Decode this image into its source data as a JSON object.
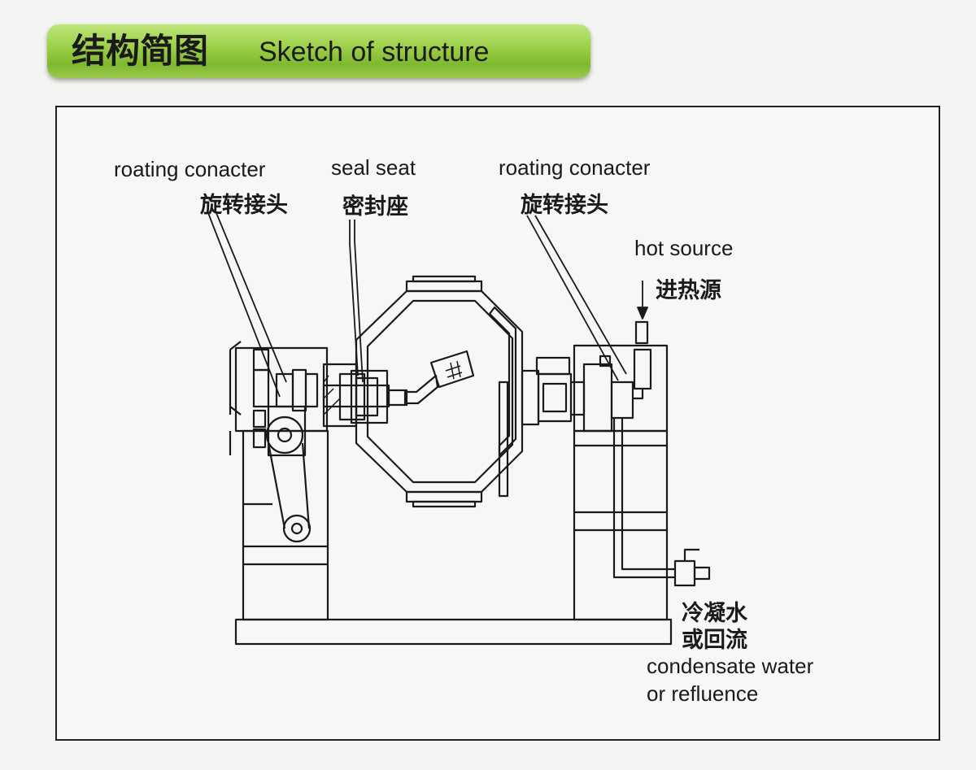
{
  "header": {
    "title_cn": "结构简图",
    "title_en": "Sketch of structure"
  },
  "labels": {
    "rotating_left_en": "roating conacter",
    "rotating_left_cn": "旋转接头",
    "seal_en": "seal seat",
    "seal_cn": "密封座",
    "rotating_right_en": "roating conacter",
    "rotating_right_cn": "旋转接头",
    "hot_en": "hot source",
    "hot_cn": "进热源",
    "condensate_cn_1": "冷凝水",
    "condensate_cn_2": "或回流",
    "condensate_en_1": "condensate water",
    "condensate_en_2": "or refluence"
  },
  "colors": {
    "header_green": "#9fd14b",
    "line": "#1a1a1a"
  }
}
